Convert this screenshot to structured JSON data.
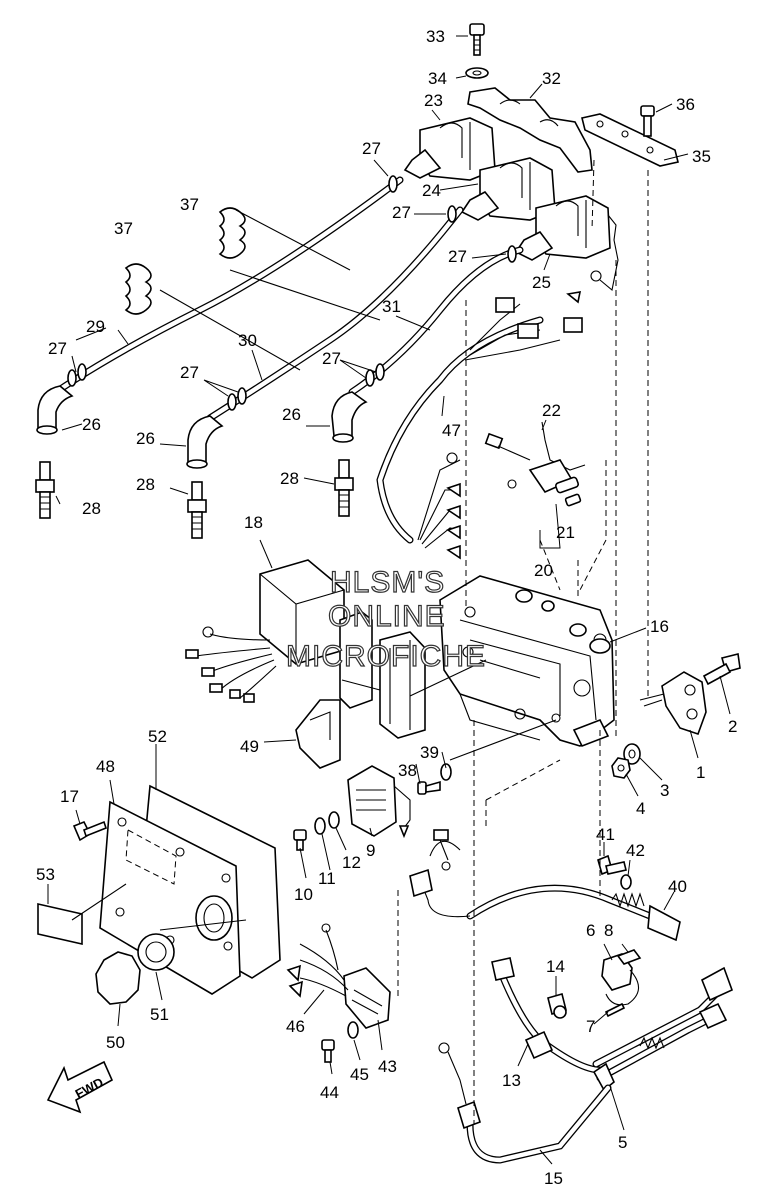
{
  "watermark": {
    "line1": "HLSM'S",
    "line2": "ONLINE",
    "line3": "MICROFICHE"
  },
  "direction_label": "FWD",
  "callouts": {
    "c1": "1",
    "c2": "2",
    "c3": "3",
    "c4": "4",
    "c5": "5",
    "c6": "6",
    "c7": "7",
    "c8": "8",
    "c9": "9",
    "c10": "10",
    "c11": "11",
    "c12": "12",
    "c13": "13",
    "c14": "14",
    "c15": "15",
    "c16": "16",
    "c17": "17",
    "c18": "18",
    "c20": "20",
    "c21": "21",
    "c22": "22",
    "c23": "23",
    "c24": "24",
    "c25": "25",
    "c26": "26",
    "c27": "27",
    "c28": "28",
    "c29": "29",
    "c30": "30",
    "c31": "31",
    "c32": "32",
    "c33": "33",
    "c34": "34",
    "c35": "35",
    "c36": "36",
    "c37": "37",
    "c38": "38",
    "c39": "39",
    "c40": "40",
    "c41": "41",
    "c42": "42",
    "c43": "43",
    "c44": "44",
    "c45": "45",
    "c46": "46",
    "c47": "47",
    "c48": "48",
    "c49": "49",
    "c50": "50",
    "c51": "51",
    "c52": "52",
    "c53": "53"
  }
}
